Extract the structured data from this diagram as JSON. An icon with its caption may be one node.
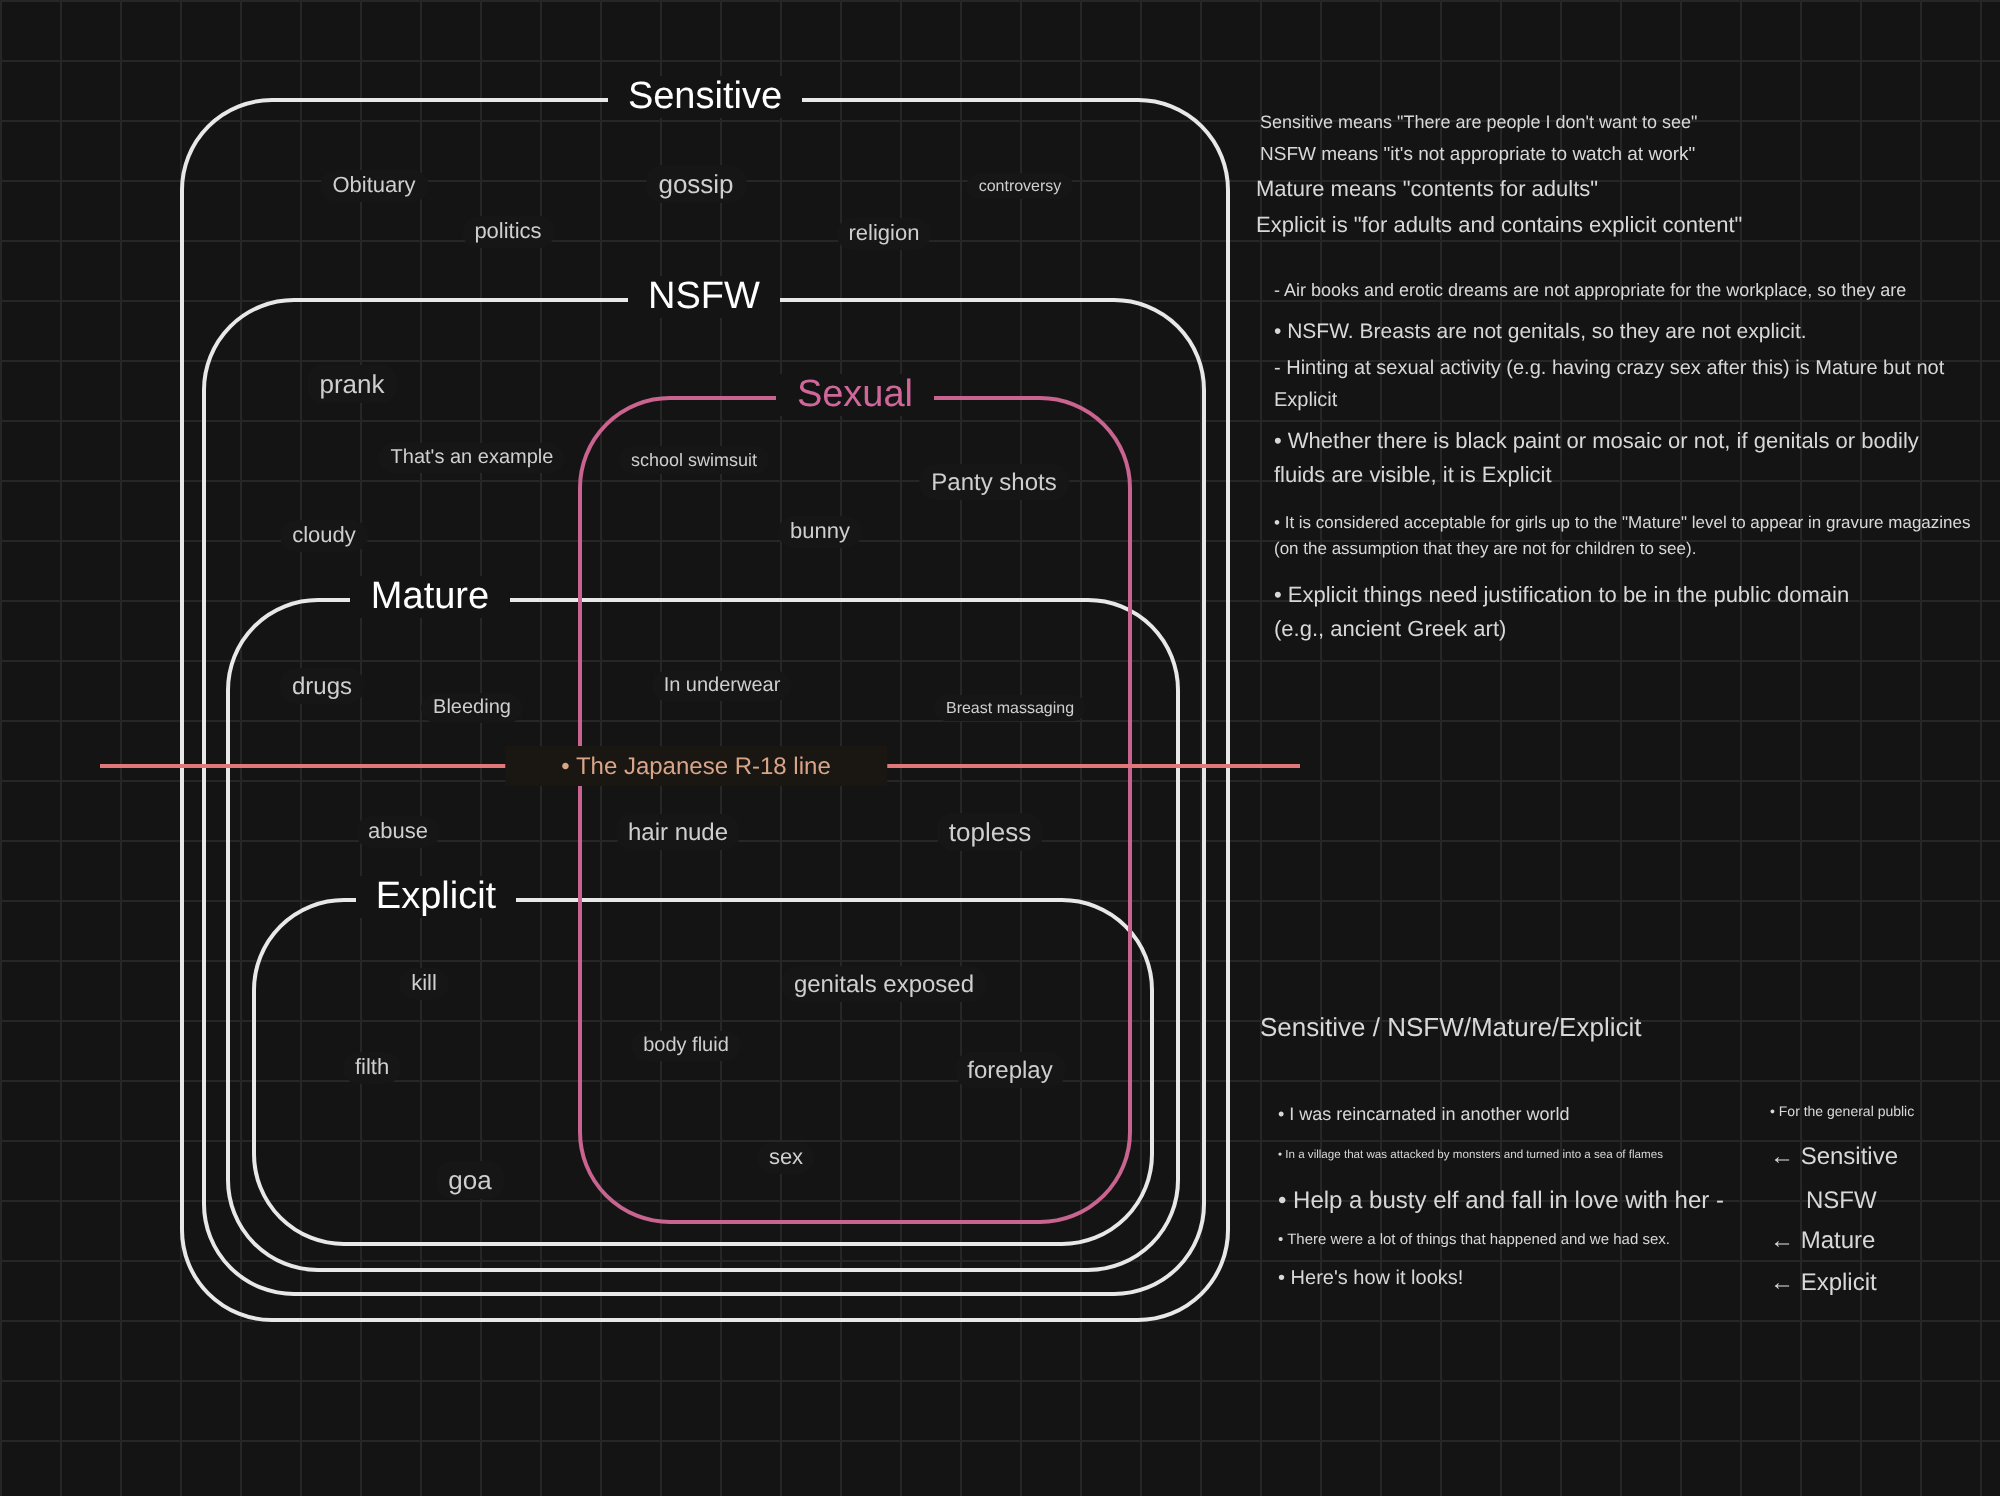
{
  "diagram": {
    "nodes": [
      {
        "text": [
          "Sensitive"
        ]
      },
      {
        "text": [
          "NSFW"
        ],
        "in": 0
      },
      {
        "text": [
          "Sexual"
        ],
        "in": 1
      },
      {
        "text": [
          "Mature"
        ],
        "in": 1
      },
      {
        "text": [
          "Explicit"
        ],
        "in": 3
      }
    ],
    "edges": [],
    "labels": [
      "Obituary",
      "gossip",
      "controversy",
      "politics",
      "religion",
      "prank",
      "That's an example",
      "school swimsuit",
      "Panty shots",
      "cloudy",
      "bunny",
      "drugs",
      "Bleeding",
      "In underwear",
      "Breast massaging",
      "• The Japanese R-18 line",
      "abuse",
      "hair nude",
      "topless",
      "kill",
      "genitals exposed",
      "body fluid",
      "filth",
      "foreplay",
      "sex",
      "goa",
      "Sensitive means \"There are people I don't want to see\"",
      "NSFW means \"it's not appropriate to watch at work\"",
      "Mature means \"contents for adults\"",
      "Explicit is \"for adults and contains explicit content\"",
      "- Air books and erotic dreams are not appropriate for the workplace, so they are",
      "• NSFW. Breasts are not genitals, so they are not explicit.",
      "- Hinting at sexual activity (e.g. having crazy sex after this) is Mature but not Explicit",
      "• Whether there is black paint or mosaic or not, if genitals or bodily fluids are visible, it is Explicit",
      "• It is considered acceptable for girls up to the \"Mature\" level to appear in gravure magazines (on the assumption that they are not for children to see).",
      "• Explicit things need justification to be in the public domain (e.g., ancient Greek art)",
      "Sensitive / NSFW/Mature/Explicit",
      "• I was reincarnated in another world",
      "• For the general public",
      "• In a village that was attacked by monsters and turned into a sea of flames",
      "← Sensitive",
      "• Help a busty elf and fall in love with her -",
      "NSFW",
      "• There were a lot of things that happened and we had sex.",
      "← Mature",
      "• Here's how it looks!",
      "← Explicit"
    ]
  }
}
